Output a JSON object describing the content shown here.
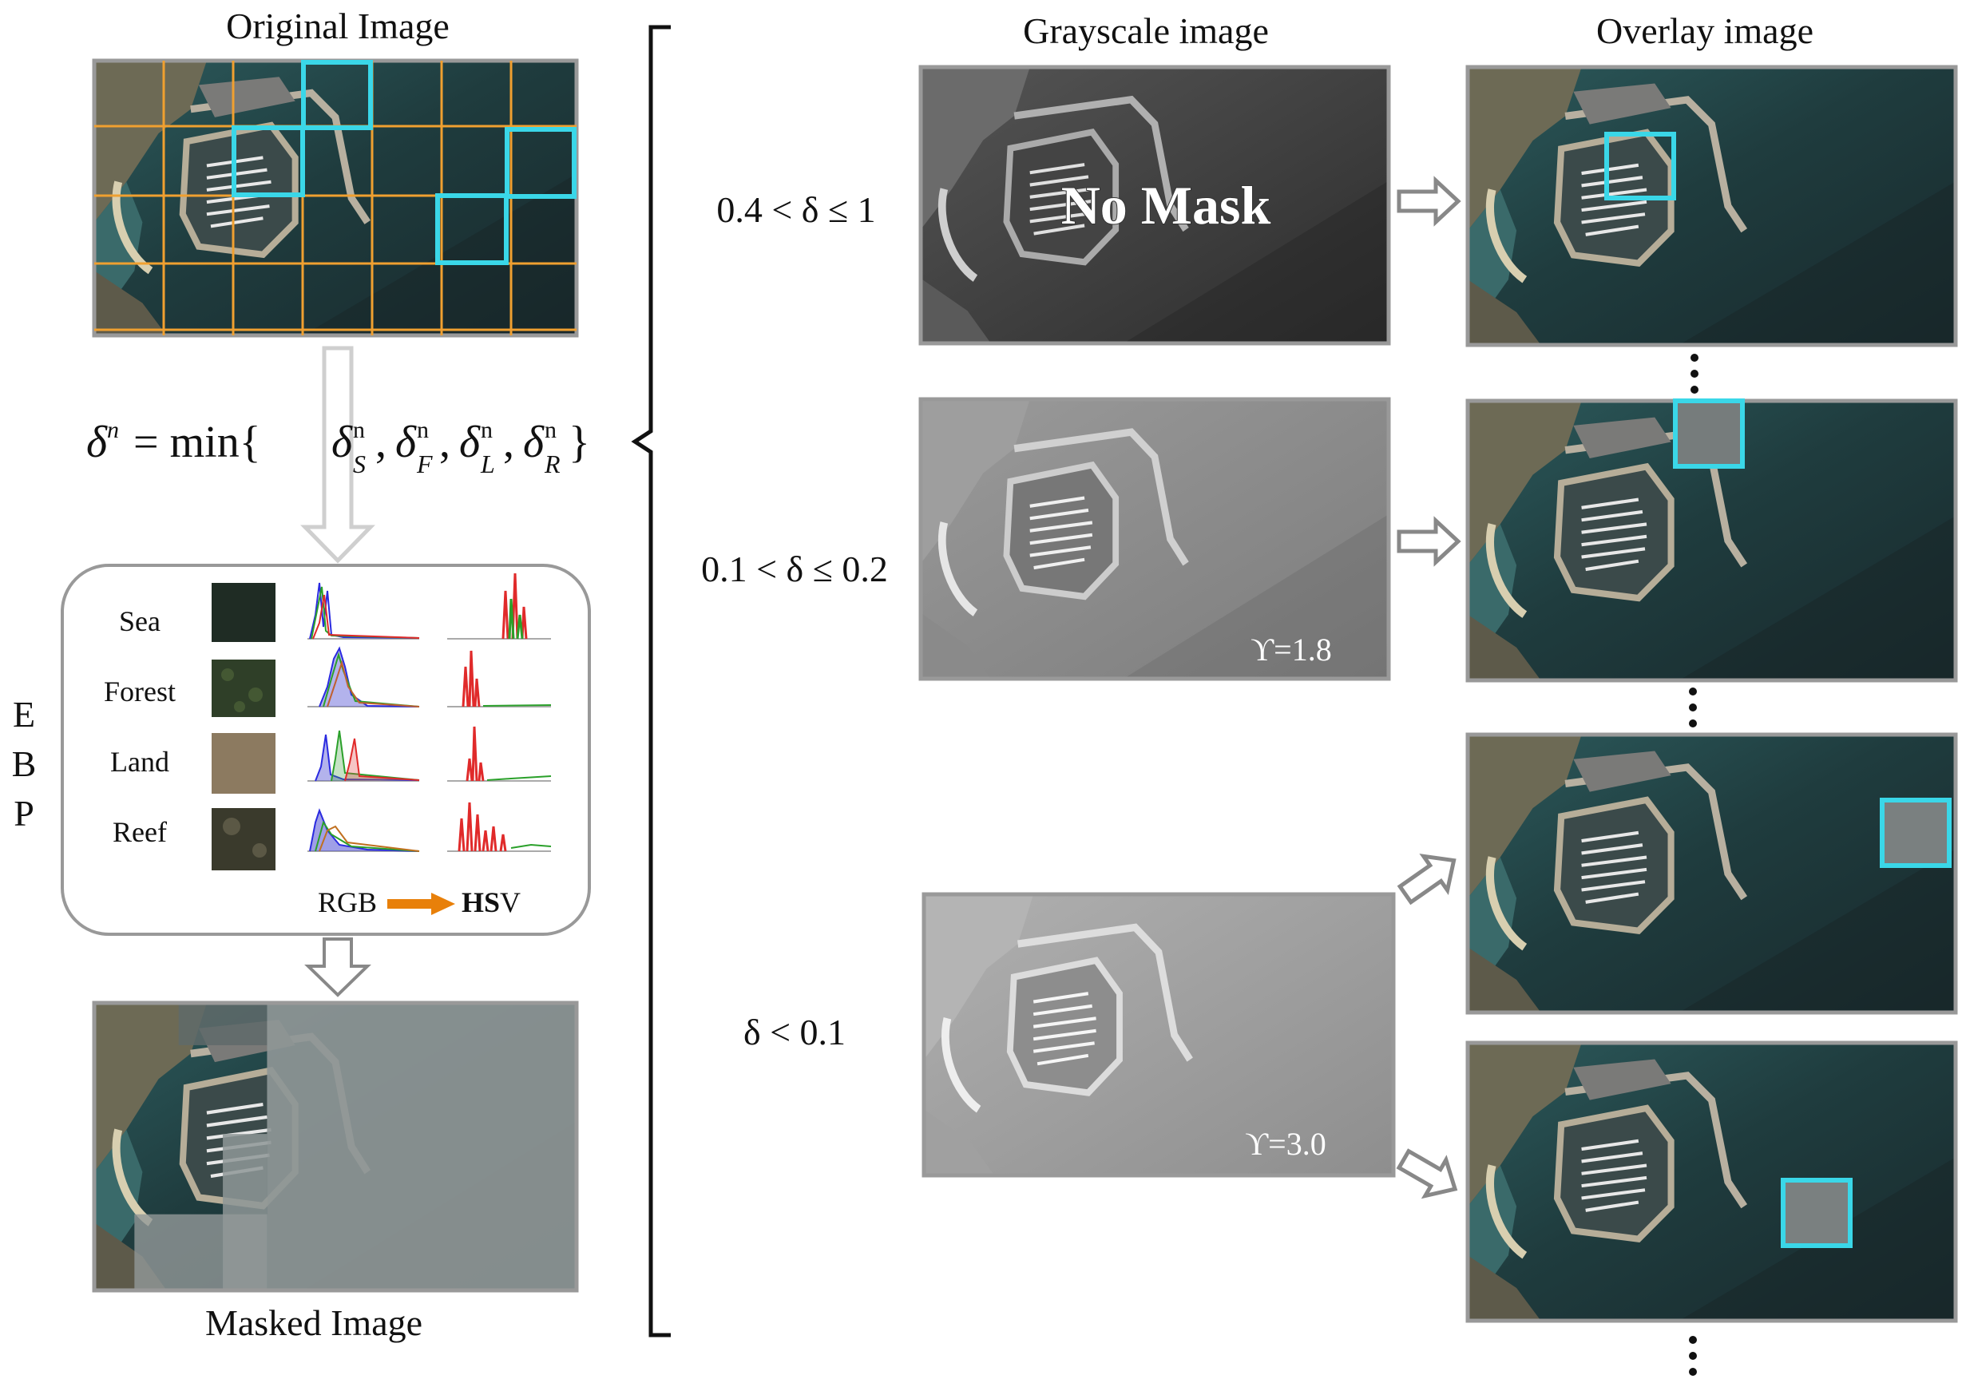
{
  "titles": {
    "original": "Original Image",
    "masked": "Masked Image",
    "grayscale": "Grayscale image",
    "overlay": "Overlay image"
  },
  "equation": {
    "lhs": "δ",
    "lhs_sup": "n",
    "eq": "= min{",
    "terms": [
      {
        "sym": "δ",
        "sub": "S",
        "sup": "n"
      },
      {
        "sym": "δ",
        "sub": "F",
        "sup": "n"
      },
      {
        "sym": "δ",
        "sub": "L",
        "sup": "n"
      },
      {
        "sym": "δ",
        "sub": "R",
        "sup": "n"
      }
    ],
    "close": "}"
  },
  "ebp": {
    "side_label": [
      "E",
      "B",
      "P"
    ],
    "rows": [
      {
        "label": "Sea",
        "swatch": "#1f2c24"
      },
      {
        "label": "Forest",
        "swatch": "#2f3f28"
      },
      {
        "label": "Land",
        "swatch": "#8c7a60"
      },
      {
        "label": "Reef",
        "swatch": "#3a3a2c"
      }
    ],
    "rgb_label": "RGB",
    "hsv_bold": "HS",
    "hsv_rest": "V"
  },
  "conditions": [
    {
      "text": "0.4 < δ ≤ 1"
    },
    {
      "text": "0.1 < δ ≤ 0.2"
    },
    {
      "text": "δ < 0.1"
    }
  ],
  "grayscale": {
    "nomask": "No Mask",
    "gamma1": "ϒ=1.8",
    "gamma2": "ϒ=3.0"
  },
  "colors": {
    "cyan": "#3ad7e8",
    "grid": "#f0a030",
    "orange_arrow": "#e8800a",
    "frame": "#999999"
  }
}
